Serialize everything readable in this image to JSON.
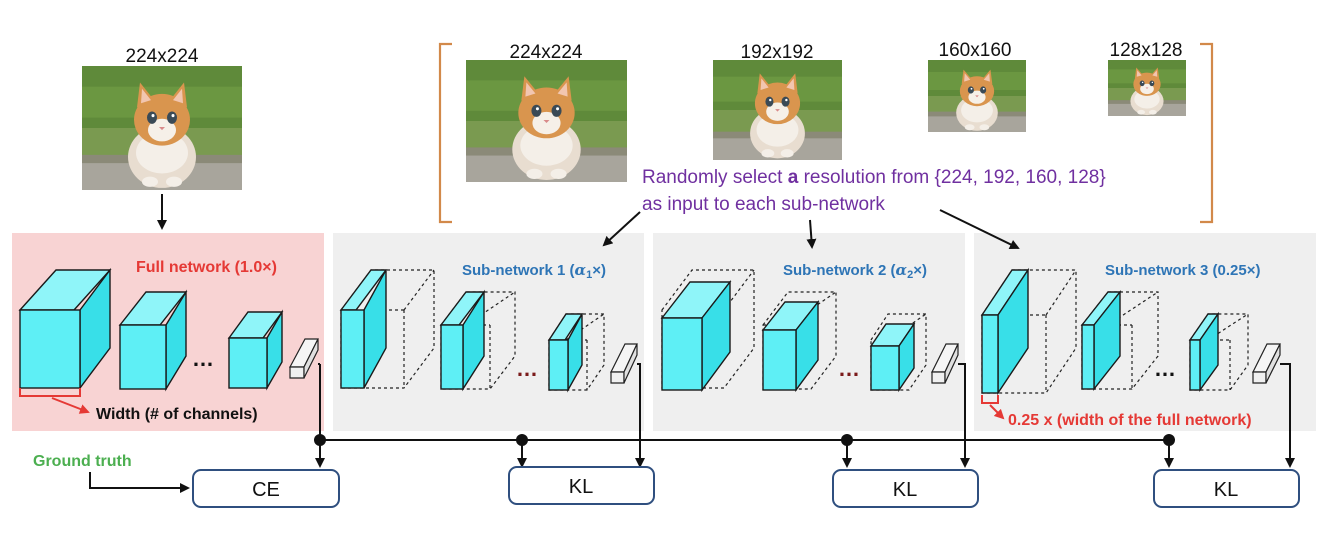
{
  "images": {
    "full_input_size": "224x224",
    "candidate_sizes": [
      "224x224",
      "192x192",
      "160x160",
      "128x128"
    ]
  },
  "annotation": {
    "line1_prefix": "Randomly select ",
    "line1_bold": "a",
    "line1_suffix": " resolution from {224, 192, 160, 128}",
    "line2": "as input to each sub-network"
  },
  "networks": {
    "full": "Full network (1.0×)",
    "sub1": {
      "prefix": "Sub-network 1 (",
      "symbol": "α",
      "sub": "1",
      "suffix": "×)"
    },
    "sub2": {
      "prefix": "Sub-network 2 (",
      "symbol": "α",
      "sub": "2",
      "suffix": "×)"
    },
    "sub3": "Sub-network 3 (0.25×)"
  },
  "notes": {
    "width": "Width (# of channels)",
    "quarter_width": "0.25 x (width of the full network)",
    "ground_truth": "Ground truth"
  },
  "ellipsis": "…",
  "losses": [
    "CE",
    "KL",
    "KL",
    "KL"
  ],
  "colors": {
    "full_panel": "#F8D3D3",
    "sub_panel": "#EFEFEF",
    "cube": "#5EEFF5",
    "red": "#E53935",
    "blue": "#2E75B6",
    "purple": "#7030A0",
    "green": "#4CAF50",
    "bracket": "#D2894A",
    "box_border": "#2F4F7F"
  }
}
